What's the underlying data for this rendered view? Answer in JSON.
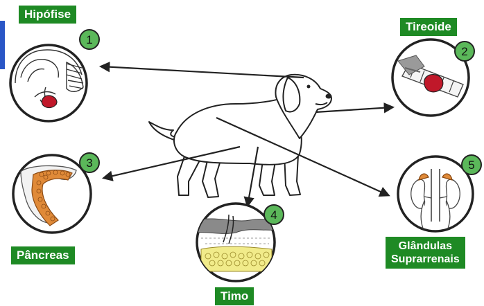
{
  "diagram": {
    "center": {
      "name": "dog"
    },
    "glands": [
      {
        "number": "1",
        "label": "Hipófise",
        "illustration": "brain-pituitary"
      },
      {
        "number": "2",
        "label": "Tireoide",
        "illustration": "thyroid-trachea"
      },
      {
        "number": "3",
        "label": "Pâncreas",
        "illustration": "pancreas-duodenum"
      },
      {
        "number": "4",
        "label": "Timo",
        "illustration": "thymus-tissue"
      },
      {
        "number": "5",
        "label_lines": [
          "Glândulas",
          "Suprarrenais"
        ],
        "illustration": "adrenal-kidneys"
      }
    ]
  },
  "colors": {
    "label_bg": "#1e8a24",
    "label_text": "#ffffff",
    "badge_fill": "#5bb85a",
    "outline": "#222222",
    "organ_red": "#c0182a",
    "pancreas_orange": "#e08a38",
    "thymus_yellow": "#f1eb8a",
    "edge_mark": "#2a56c6"
  }
}
